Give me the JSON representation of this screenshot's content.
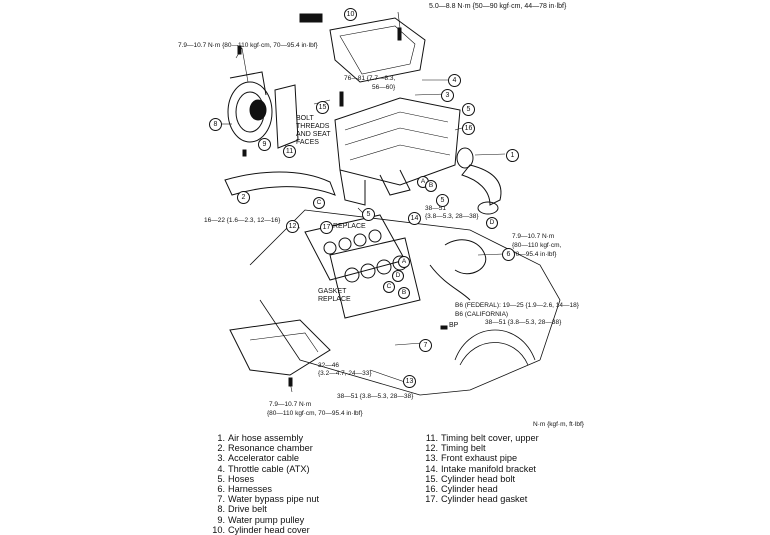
{
  "torque_labels": {
    "top_right": "5.0—8.8 N·m {50—90 kgf·cm, 44—78 in·lbf}",
    "top_left": "7.9—10.7 N·m {80—110 kgf·cm, 70—95.4 in·lbf}",
    "head_bolt_a": "76—81 {7.7—8.3,",
    "head_bolt_b": "56—60}",
    "bracket": "16—22 {1.6—2.3, 12—16}",
    "manifold_a": "38—51",
    "manifold_b": "{3.8—5.3, 28—38}",
    "right_a": "7.9—10.7 N·m",
    "right_b": "{80—110 kgf·cm,",
    "right_c": "70—95.4 in·lbf}",
    "b6_federal": "B6 (FEDERAL): 19—25 {1.9—2.6, 14—18}",
    "b6_california": "B6 (CALIFORNIA)",
    "b6_california_val": "38—51 {3.8—5.3, 28—38}",
    "lower_a": "32—46",
    "lower_b": "{3.2—4.7, 24—33}",
    "exhaust": "38—51 {3.8—5.3, 28—38}",
    "bottom_a": "7.9—10.7 N·m",
    "bottom_b": "{80—110 kgf·cm, 70—95.4 in·lbf}"
  },
  "annotations": {
    "bolt_threads": [
      "BOLT",
      "THREADS",
      "AND SEAT",
      "FACES"
    ],
    "replace_1": "REPLACE",
    "replace_2": "GASKET",
    "replace_3": "REPLACE",
    "bp": "BP",
    "units": "N·m {kgf·m, ft·lbf}"
  },
  "callout_numbers": [
    "1",
    "2",
    "3",
    "4",
    "5",
    "5",
    "5",
    "6",
    "7",
    "8",
    "9",
    "10",
    "11",
    "12",
    "13",
    "14",
    "15",
    "16",
    "17"
  ],
  "callout_letters": [
    "A",
    "B",
    "C",
    "D",
    "A",
    "B",
    "C",
    "D"
  ],
  "legend_left": [
    {
      "num": "1.",
      "text": "Air hose assembly"
    },
    {
      "num": "2.",
      "text": "Resonance chamber"
    },
    {
      "num": "3.",
      "text": "Accelerator cable"
    },
    {
      "num": "4.",
      "text": "Throttle cable (ATX)"
    },
    {
      "num": "5.",
      "text": "Hoses"
    },
    {
      "num": "6.",
      "text": "Harnesses"
    },
    {
      "num": "7.",
      "text": "Water bypass pipe nut"
    },
    {
      "num": "8.",
      "text": "Drive belt"
    },
    {
      "num": "9.",
      "text": "Water pump pulley"
    },
    {
      "num": "10.",
      "text": "Cylinder head cover"
    }
  ],
  "legend_right": [
    {
      "num": "11.",
      "text": "Timing belt cover, upper"
    },
    {
      "num": "12.",
      "text": "Timing belt"
    },
    {
      "num": "13.",
      "text": "Front exhaust pipe"
    },
    {
      "num": "14.",
      "text": "Intake manifold bracket"
    },
    {
      "num": "15.",
      "text": "Cylinder head bolt"
    },
    {
      "num": "16.",
      "text": "Cylinder head"
    },
    {
      "num": "17.",
      "text": "Cylinder head gasket"
    }
  ]
}
